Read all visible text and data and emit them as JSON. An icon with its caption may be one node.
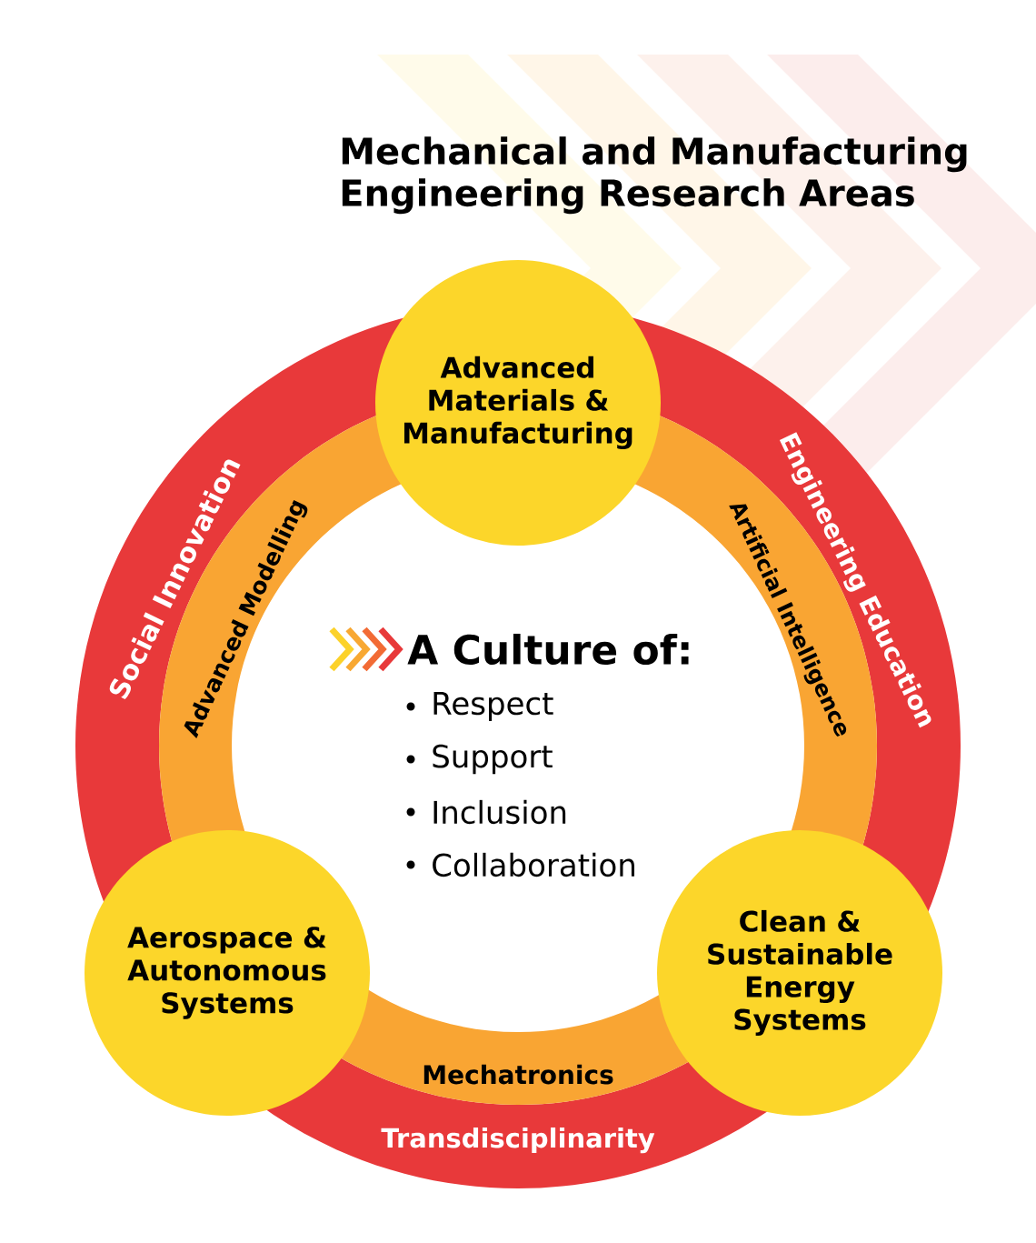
{
  "diagram": {
    "title": "Mechanical and Manufacturing Engineering Research Areas",
    "nodes": [
      {
        "text": [
          "Advanced Materials & Manufacturing"
        ]
      },
      {
        "text": [
          "Aerospace & Autonomous Systems"
        ]
      },
      {
        "text": [
          "Clean & Sustainable Energy Systems"
        ]
      }
    ],
    "labels": [
      "Social Innovation",
      "Advanced Modelling",
      "Engineering Education",
      "Artificial Intelligence",
      "A Culture of:",
      "Respect",
      "Support",
      "Inclusion",
      "Collaboration",
      "Mechatronics",
      "Transdisciplinarity"
    ]
  }
}
